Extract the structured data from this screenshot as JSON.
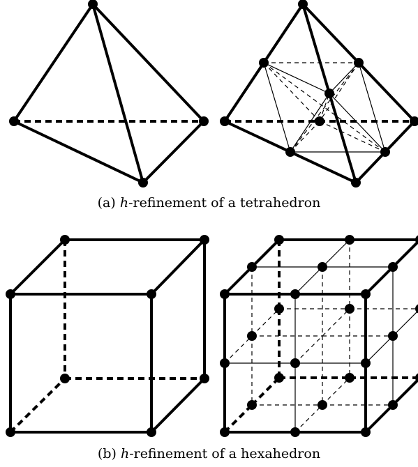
{
  "captions": {
    "a": {
      "prefix": "(a) ",
      "var": "h",
      "rest": "-refinement of a tetrahedron"
    },
    "b": {
      "prefix": "(b) ",
      "var": "h",
      "rest": "-refinement of a hexahedron"
    }
  },
  "colors": {
    "stroke": "#000000",
    "background": "#ffffff"
  },
  "panels": [
    "tetrahedron",
    "tetrahedron-refined",
    "hexahedron",
    "hexahedron-refined"
  ]
}
